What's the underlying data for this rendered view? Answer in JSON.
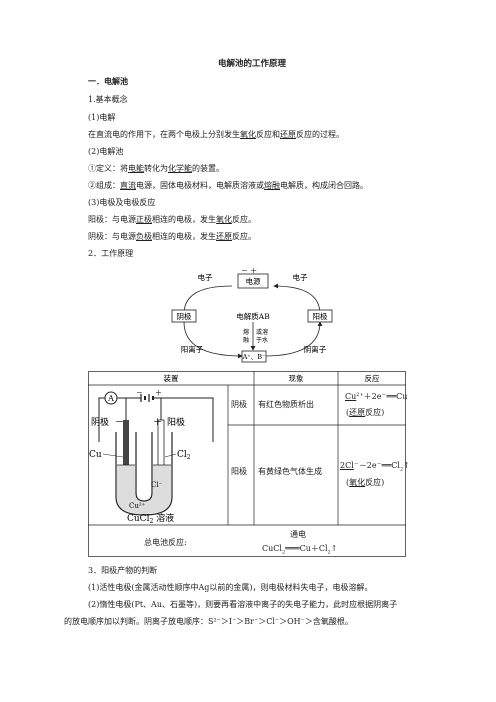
{
  "title": "电解池的工作原理",
  "h1": "一．电解池",
  "s1": "1.基本概念",
  "s1_1": "(1)电解",
  "p1": {
    "a": "在直流电的作用下，在两个电极上分别发生",
    "b": "氧化",
    "c": "反应和",
    "d": "还原",
    "e": "反应的过程。"
  },
  "s1_2": "(2)电解池",
  "p2": {
    "a": "①定义：将",
    "b": "电能",
    "c": "转化为",
    "d": "化学能",
    "e": "的装置。"
  },
  "p3": {
    "a": "②组成：",
    "b": "直流",
    "c": "电源，固体电极材料，电解质溶液或",
    "d": "熔融",
    "e": "电解质，构成闭合回路。"
  },
  "s1_3": "(3)电极及电极反应",
  "p4": {
    "a": "阳极：与电源",
    "b": "正极",
    "c": "相连的电极，发生",
    "d": "氧化",
    "e": "反应。"
  },
  "p5": {
    "a": "阴极：与电源",
    "b": "负极",
    "c": "相连的电极，发生",
    "d": "还原",
    "e": "反应。"
  },
  "s2": "2．工作原理",
  "diagram": {
    "signs": "－ ＋",
    "power": "电源",
    "electron_left": "电子",
    "electron_right": "电子",
    "cathode": "阴极",
    "anode": "阳极",
    "electrolyte": "电解质AB",
    "molten": [
      "熔",
      "融"
    ],
    "dissolve": [
      "或溶",
      "于水"
    ],
    "ions": "A⁺、B⁻",
    "cation": "阳离子",
    "anion": "阴离子"
  },
  "table": {
    "headers": [
      "装置",
      "现象",
      "反应"
    ],
    "rows": [
      {
        "electrode": "阴极",
        "phenomenon": "有红色物质析出",
        "eq": {
          "a": "Cu",
          "sup": "2+",
          "b": "＋2e",
          "sup2": "－",
          "c": "══Cu"
        },
        "type": {
          "pre": "(",
          "word": "还原",
          "post": "反应)"
        }
      },
      {
        "electrode": "阳极",
        "phenomenon": "有黄绿色气体生成",
        "eq": {
          "a": "2Cl",
          "sup": "－",
          "b": "－2e",
          "sup2": "－",
          "c": "══Cl",
          "sub": "2",
          "d": "↑"
        },
        "type": {
          "pre": "(",
          "word": "氧化",
          "post": "反应)"
        }
      }
    ],
    "total_label": "总电池反应:",
    "condition": "通电",
    "total_eq": {
      "a": "CuCl",
      "sub": "2",
      "b": "═══Cu＋Cl",
      "sub2": "2",
      "c": "↑"
    }
  },
  "apparatus": {
    "ammeter": "A",
    "cathode": "阴极",
    "anode": "阳极",
    "minus": "－",
    "plus": "＋",
    "cu": "Cu",
    "cl2": "Cl",
    "cl2_sub": "2",
    "cl_ion": "Cl⁻",
    "cu_ion": "Cu²⁺",
    "solution": "CuCl",
    "solution_sub": "2",
    "solution_tail": " 溶液"
  },
  "s3": "3．阳极产物的判断",
  "p6": "(1)活性电极(金属活动性顺序中Ag以前的金属)，则电极材料失电子，电极溶解。",
  "p7": "(2)惰性电极(Pt、Au、石墨等)，则要再看溶液中离子的失电子能力，此时应根据阴离子",
  "p8": "的放电顺序加以判断。阴离子放电顺序：S²⁻＞I⁻＞Br⁻＞Cl⁻＞OH⁻＞含氧酸根。"
}
